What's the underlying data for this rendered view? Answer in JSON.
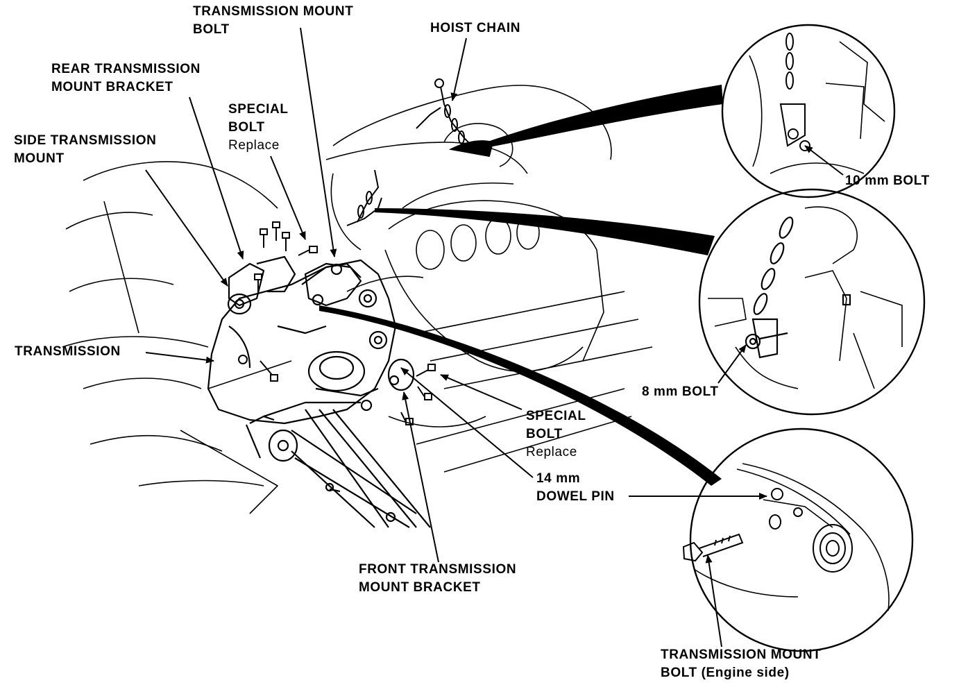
{
  "labels": {
    "transmission_mount_bolt": {
      "line1": "TRANSMISSION MOUNT",
      "line2": "BOLT"
    },
    "hoist_chain": "HOIST CHAIN",
    "rear_transmission_mount_bracket": {
      "line1": "REAR TRANSMISSION",
      "line2": "MOUNT BRACKET"
    },
    "special_bolt_top": {
      "line1": "SPECIAL",
      "line2": "BOLT",
      "line3": "Replace"
    },
    "side_transmission_mount": {
      "line1": "SIDE TRANSMISSION",
      "line2": "MOUNT"
    },
    "transmission": "TRANSMISSION",
    "special_bolt_right": {
      "line1": "SPECIAL",
      "line2": "BOLT",
      "line3": "Replace"
    },
    "dowel_pin": {
      "line1": "14 mm",
      "line2": "DOWEL PIN"
    },
    "front_transmission_mount_bracket": {
      "line1": "FRONT TRANSMISSION",
      "line2": "MOUNT BRACKET"
    },
    "bolt_10mm": "10 mm BOLT",
    "bolt_8mm": "8 mm BOLT",
    "transmission_mount_bolt_engine_side": {
      "line1": "TRANSMISSION MOUNT",
      "line2": "BOLT (Engine side)"
    }
  },
  "icons": [
    "hoist-chain-icon",
    "bolt-icon",
    "dowel-pin-icon",
    "transmission-icon",
    "engine-icon"
  ],
  "colors": {
    "ink": "#000000",
    "paper": "#ffffff"
  }
}
